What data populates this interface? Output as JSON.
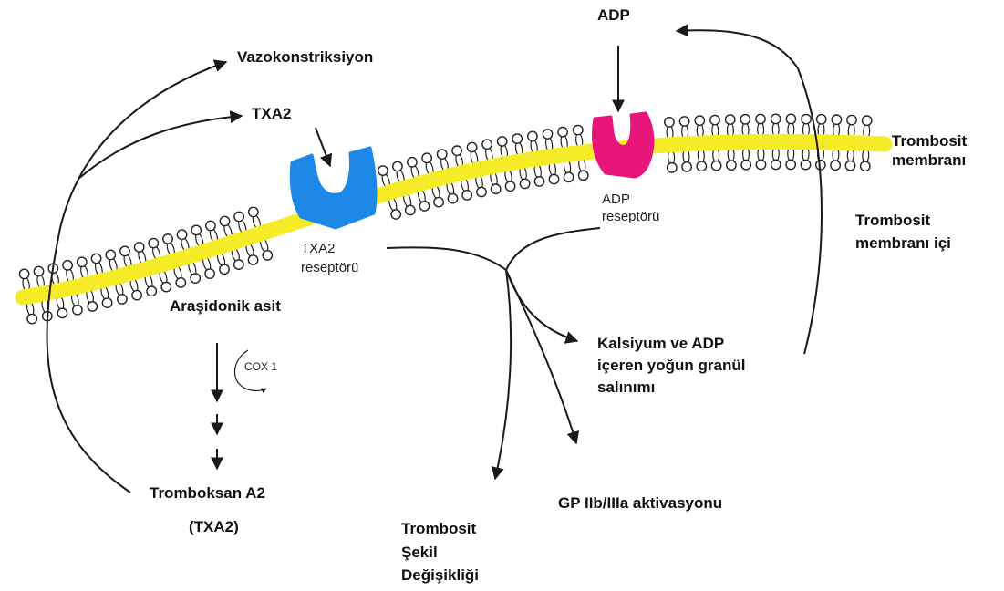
{
  "labels": {
    "adp": "ADP",
    "vazokonstriksiyon": "Vazokonstriksiyon",
    "txa2_top": "TXA2",
    "trombosit_membrani_1": "Trombosit",
    "trombosit_membrani_2": "membranı",
    "membran_ici_1": "Trombosit",
    "membran_ici_2": "membranı içi",
    "adp_receptor_1": "ADP",
    "adp_receptor_2": "reseptörü",
    "txa2_receptor_1": "TXA2",
    "txa2_receptor_2": "reseptörü",
    "arasidonik_asit": "Araşidonik asit",
    "cox1": "COX 1",
    "kalsiyum_1": "Kalsiyum ve ADP",
    "kalsiyum_2": "içeren yoğun granül",
    "kalsiyum_3": "salınımı",
    "tromboksan_1": "Tromboksan A2",
    "tromboksan_2": "(TXA2)",
    "gp": "GP IIb/IIIa aktivasyonu",
    "sekil_1": "Trombosit",
    "sekil_2": "Şekil",
    "sekil_3": "Değişikliği"
  },
  "colors": {
    "membrane": "#f5ec27",
    "txa2_receptor": "#1e88e8",
    "adp_receptor": "#e8157a",
    "arrows": "#1a1a1a"
  }
}
